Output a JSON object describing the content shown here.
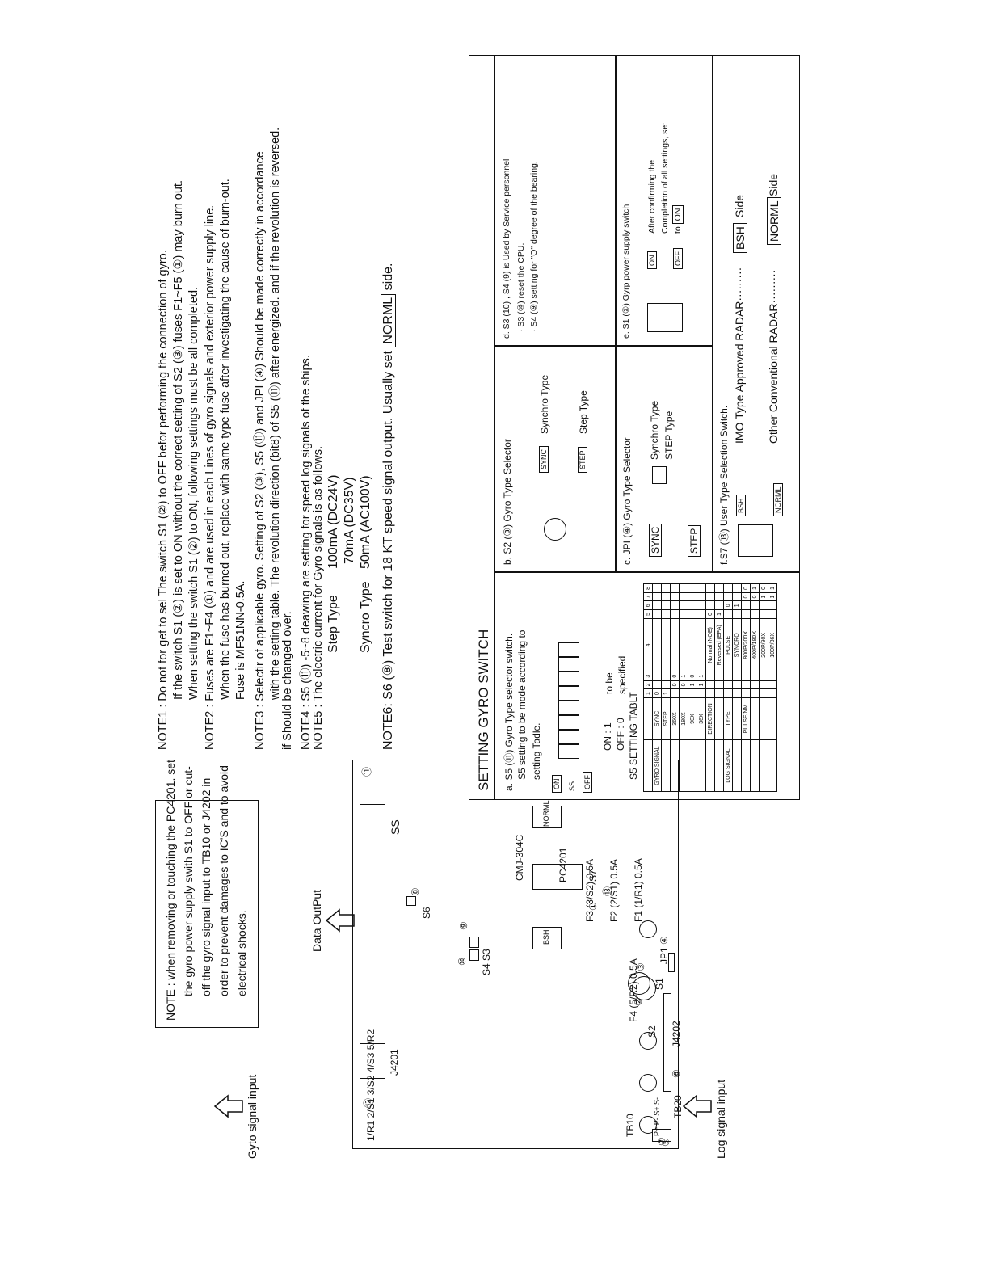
{
  "left_note": {
    "lines": [
      "NOTE : when removing or touching the PC4201. set",
      "the gyro power supply swith S1 to OFF or cut-",
      "off the gyro signal input to TB10 or J4202 in",
      "order to prevent damages to IC'S and to avoid",
      "electrical shocks."
    ]
  },
  "board": {
    "data_output_label": "Data OutPut",
    "gyro_input_label": "Gyto signal input",
    "log_input_label": "Log signal input",
    "board_name": "PC4201",
    "board_code": "CMJ-304C",
    "ss_label": "SS",
    "j4201": "J4201",
    "j4202": "J4202",
    "tb10": "TB10",
    "tb20": "TB20",
    "tb20_pins": "P+ P- S+ S-",
    "tb10_pins": "1/R1 2/S1 3/S2 4/S3 5/R2",
    "s6": "S6",
    "s4s3": "S4 S3",
    "s7": "S7",
    "bsh": "BSH",
    "norml": "NORML",
    "jp1": "JP1",
    "s1": "S1",
    "s2": "S2",
    "fuses": [
      "F1  (1/R1) 0.5A",
      "F2  (2/S1) 0.5A",
      "F3  (3/S2) 0.5A",
      "F4  (5/R2) 0.5A"
    ],
    "nums": {
      "n1": "①",
      "n2": "②",
      "n3": "③",
      "n4": "④",
      "n5": "⑤",
      "n6": "⑥",
      "n7": "⑦",
      "n8": "⑧",
      "n9": "⑨",
      "n10": "⑩",
      "n11": "⑪",
      "n12": "⑫",
      "n13": "⑬"
    }
  },
  "notes": [
    "NOTE1 :  Do not for get to sel The switch S1  (②)  to OFF befor performing the connection of gyro.",
    "If the switch S1  (②)  is set to ON without the correct setting of S2  (③)  fuses F1~F5  (①)  may burn out.",
    "When setting the switch S1  (②)  to ON, following settings must be all completed.",
    "NOTE2 :  Fuses are F1~F4  (①)  and are used in each Lines of gyro signals and exterior power supply line.",
    "When the fuse has burned out, replace with same type fuse after investigating the cause of burn-out.",
    "Fuse is MF51NN-0.5A.",
    "NOTE3 :  Selectir of applicable gyro. Setting of S2  (③),  S5  (⑪)  and JPI  (④)  Should be made correctly in accordance",
    "with the setting table. The revolution direction  (bit8)  of S5  (⑪)  after energized. and if the revolution is reversed.",
    "if Should be changed over.",
    "NOTE4 :  S5  (⑪)  -5~8 deawing are setting for speed log signals of the ships.",
    "NOTE5 :  The electric current for Gyro signals is as follows."
  ],
  "currents": [
    {
      "type": "Step Type",
      "value": "100mA (DC24V)"
    },
    {
      "type": "",
      "value": "70mA (DC35V)"
    },
    {
      "type": "Syncro Type",
      "value": "50mA (AC100V)"
    }
  ],
  "note6": {
    "prefix": "NOTE6: S6 (⑧) Test switch for 18 KT speed signal output. Usually set",
    "boxed": "NORML",
    "suffix": "side."
  },
  "panel": {
    "title": "SETTING GYRO SWITCH",
    "a": {
      "line1": "a. S5  (⑪)  Gyro Type selector switch.",
      "line2": "S5 setting to be mode according to",
      "line3": "setting Tadle.",
      "on": "ON",
      "off": "OFF",
      "ss": "SS",
      "bits": [
        "1",
        "2",
        "3",
        "4",
        "5",
        "6",
        "7",
        "8"
      ],
      "on_def": "ON  : 1",
      "off_def": "OFF : 0",
      "to_be": "to be",
      "specified": "specified",
      "table_title": "S5 SETTING TABLT",
      "gyro_signal": "GYRO SIGNAL",
      "log_signal": "LOG SIGNAL"
    },
    "b": {
      "title": "b. S2  (③)  Gyro Type Selector",
      "sync": "SYNC",
      "synchro": "Synchro Type",
      "step": "STEP",
      "step_type": "Step Type"
    },
    "c": {
      "title": "c. JPI  (④)  Gyro Type Selector",
      "sync": "SYNC",
      "step": "STEP",
      "synchro": "Synchro Type",
      "step_type": "STEP Type"
    },
    "d": {
      "line1": "d. S3  (10) , S4  (9)  is Used by Service personnel",
      "line2": "· S3  (⑩)  reset the CPU.",
      "line3": "· S4  (⑨)  setting for \"O\" degree of the bearing."
    },
    "e": {
      "title": "e. S1  (②)  Gyrp power supply switch",
      "on": "ON",
      "off": "OFF",
      "line1": "After confirming the",
      "line2": "Completion of all settings, set",
      "line3": "to",
      "on2": "ON"
    },
    "f": {
      "title": "f.S7 (⑬) User Type Selection Switch.",
      "imo": "IMO Type Approved RADAR·········",
      "bsh": "BSH",
      "side1": "Side",
      "other": "Other Conventional RADAR·········",
      "norml": "NORML",
      "side2": "Side",
      "norml_sw": "NORML",
      "bsh_sw": "BSH"
    }
  },
  "table": {
    "header": [
      "",
      "",
      "1",
      "2",
      "3",
      "4",
      "5",
      "6",
      "7",
      "8"
    ],
    "rows": [
      [
        "GYRO SIGNAL",
        "SYNC",
        "0",
        "",
        "",
        "",
        "",
        "",
        "",
        ""
      ],
      [
        "",
        "STEP",
        "1",
        "",
        "",
        "",
        "",
        "",
        "",
        ""
      ],
      [
        "",
        "360X",
        "",
        "0",
        "0",
        "",
        "",
        "",
        "",
        ""
      ],
      [
        "",
        "180X",
        "",
        "0",
        "1",
        "",
        "",
        "",
        "",
        ""
      ],
      [
        "",
        "90X",
        "",
        "1",
        "0",
        "",
        "",
        "",
        "",
        ""
      ],
      [
        "",
        "36X",
        "",
        "1",
        "1",
        "",
        "",
        "",
        "",
        ""
      ],
      [
        "",
        "DIRECTION",
        "",
        "",
        "",
        "Normal (NOE)",
        "0",
        "",
        "",
        ""
      ],
      [
        "",
        "",
        "",
        "",
        "",
        "Reversed (EPA)",
        "1",
        "",
        "",
        ""
      ],
      [
        "LOG SIGNAL",
        "TYPE",
        "",
        "",
        "",
        "PULSE",
        "",
        "0",
        "",
        ""
      ],
      [
        "",
        "",
        "",
        "",
        "",
        "SYNCRO",
        "",
        "1",
        "",
        ""
      ],
      [
        "",
        "PULSE/NM",
        "",
        "",
        "",
        "800P/200X",
        "",
        "",
        "0",
        "0"
      ],
      [
        "",
        "",
        "",
        "",
        "",
        "400P/180X",
        "",
        "",
        "0",
        "1"
      ],
      [
        "",
        "",
        "",
        "",
        "",
        "200P/90X",
        "",
        "",
        "1",
        "0"
      ],
      [
        "",
        "",
        "",
        "",
        "",
        "100P/36X",
        "",
        "",
        "1",
        "1"
      ]
    ]
  }
}
